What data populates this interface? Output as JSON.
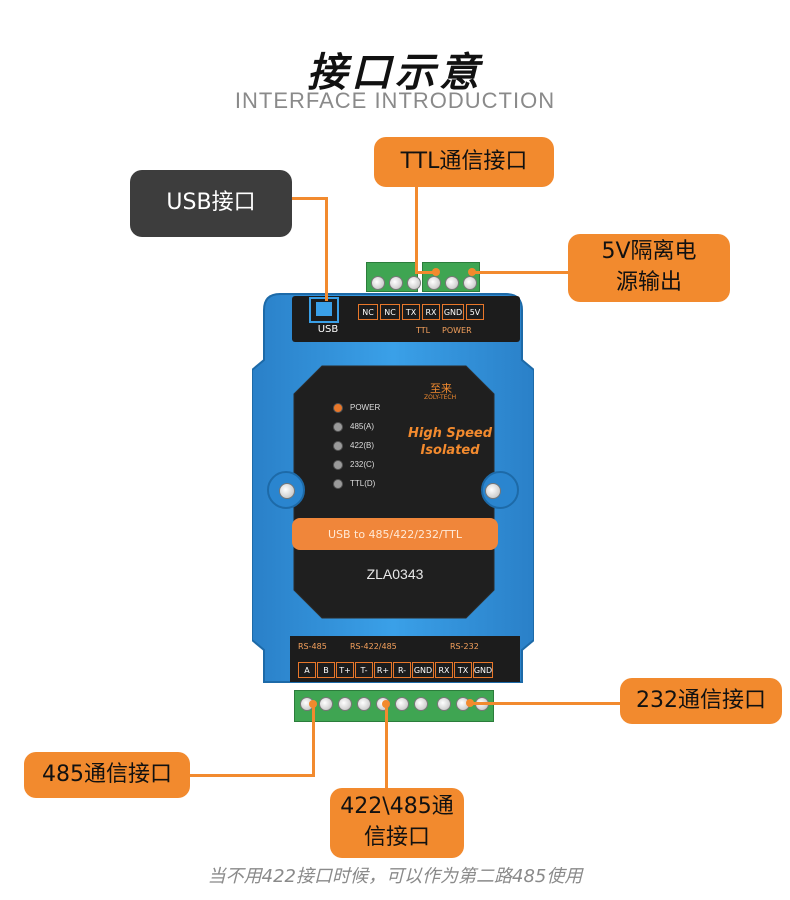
{
  "header": {
    "title": "接口示意",
    "subtitle": "INTERFACE INTRODUCTION"
  },
  "callouts": {
    "ttl": "TTL通信接口",
    "usb": "USB接口",
    "power_line1": "5V隔离电",
    "power_line2": "源输出",
    "rs232": "232通信接口",
    "rs485": "485通信接口",
    "rs422_line1": "422\\485通",
    "rs422_line2": "信接口"
  },
  "caption": "当不用422接口时候，可以作为第二路485使用",
  "device": {
    "usb_label": "USB",
    "top_pins": [
      "NC",
      "NC",
      "TX",
      "RX",
      "GND",
      "5V"
    ],
    "top_groups": [
      "TTL",
      "POWER"
    ],
    "brand": "至来",
    "brand_sub": "ZOLY-TECH",
    "leds": [
      "POWER",
      "485(A)",
      "422(B)",
      "232(C)",
      "TTL(D)"
    ],
    "slogan_line1": "High Speed",
    "slogan_line2": "Isolated",
    "band_text": "USB to 485/422/232/TTL",
    "model": "ZLA0343",
    "bottom_groups": [
      "RS-485",
      "RS-422/485",
      "RS-232"
    ],
    "bottom_pins": [
      "A",
      "B",
      "T+",
      "T-",
      "R+",
      "R-",
      "GND",
      "RX",
      "TX",
      "GND"
    ]
  },
  "colors": {
    "accent": "#f28a2e",
    "device_body": "#2f8fd6",
    "panel": "#1f1f1f",
    "terminal": "#3fa552"
  }
}
